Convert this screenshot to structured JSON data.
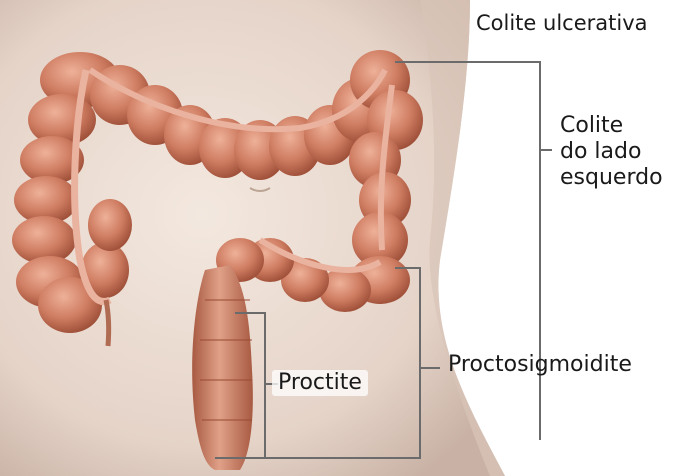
{
  "labels": {
    "title": "Colite ulcerativa",
    "left_colitis_line1": "Colite",
    "left_colitis_line2": "do lado",
    "left_colitis_line3": "esquerdo",
    "proctosigmoiditis": "Proctosigmoidite",
    "proctitis": "Proctite"
  },
  "colors": {
    "skin_light": "#f0e4db",
    "skin_shadow": "#cdb7ab",
    "colon": "#c9765c",
    "colon_light": "#e3a187",
    "colon_dark": "#8f4530",
    "leader_line": "#6b6b6b"
  }
}
